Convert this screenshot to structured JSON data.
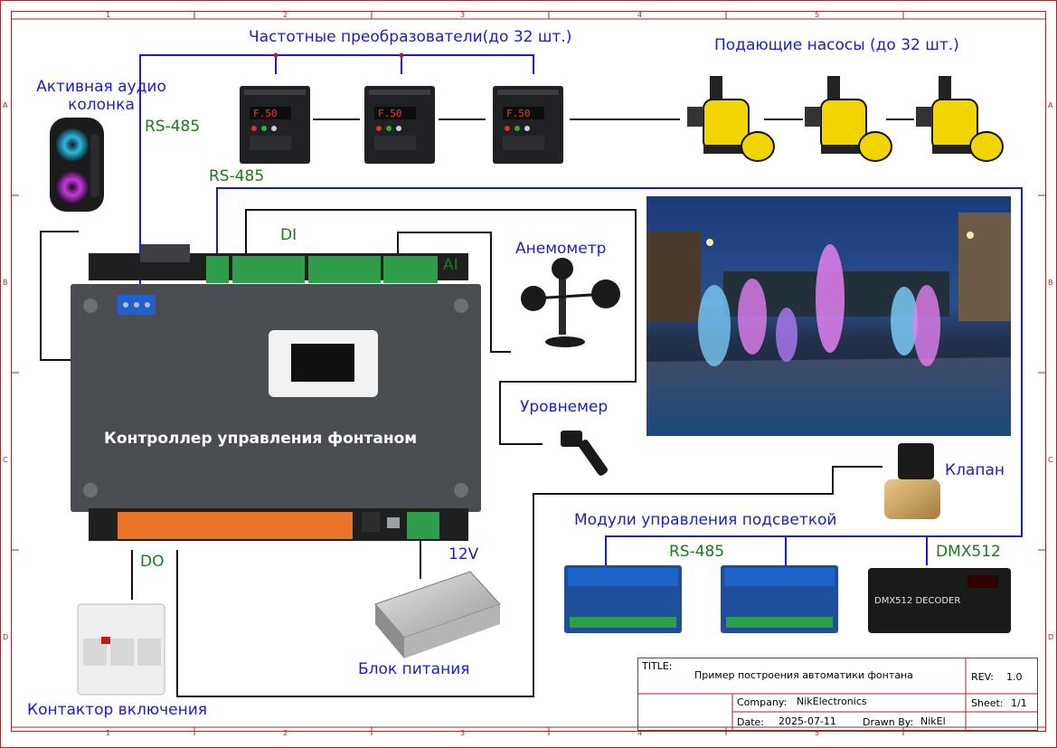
{
  "frame": {
    "col_marks": [
      "1",
      "2",
      "3",
      "4",
      "5"
    ],
    "row_marks": [
      "A",
      "B",
      "C",
      "D"
    ]
  },
  "labels": {
    "vfd_title": "Частотные преобразователи(до 32 шт.)",
    "pumps_title": "Подающие насосы (до 32 шт.)",
    "speaker": "Активная аудио\nколонка",
    "rs485_a": "RS-485",
    "rs485_b": "RS-485",
    "rs485_c": "RS-485",
    "di": "DI",
    "ai": "AI",
    "anemometer": "Анемометр",
    "level": "Уровнемер",
    "valve": "Клапан",
    "controller": "Контроллер управления фонтаном",
    "lighting": "Модули управления подсветкой",
    "dmx": "DMX512",
    "v12": "12V",
    "do": "DO",
    "psu": "Блок питания",
    "contactor": "Контактор включения",
    "vfd_display": "F.50",
    "dmx_device": "DMX512 DECODER"
  },
  "title_block": {
    "title_key": "TITLE:",
    "title": "Пример построения автоматики фонтана",
    "rev_key": "REV:",
    "rev": "1.0",
    "company_key": "Company:",
    "company": "NikElectronics",
    "sheet_key": "Sheet:",
    "sheet": "1/1",
    "date_key": "Date:",
    "date": "2025-07-11",
    "drawn_key": "Drawn By:",
    "drawn": "NikEl"
  },
  "colors": {
    "wire_blue": "#1c1ccc",
    "wire_black": "#111111",
    "frame_red": "#9b2b2b",
    "terminal_green": "#2e9e4a",
    "terminal_orange": "#e8742a",
    "pump_yellow": "#f2d400",
    "controller_gray": "#4a4d52"
  }
}
